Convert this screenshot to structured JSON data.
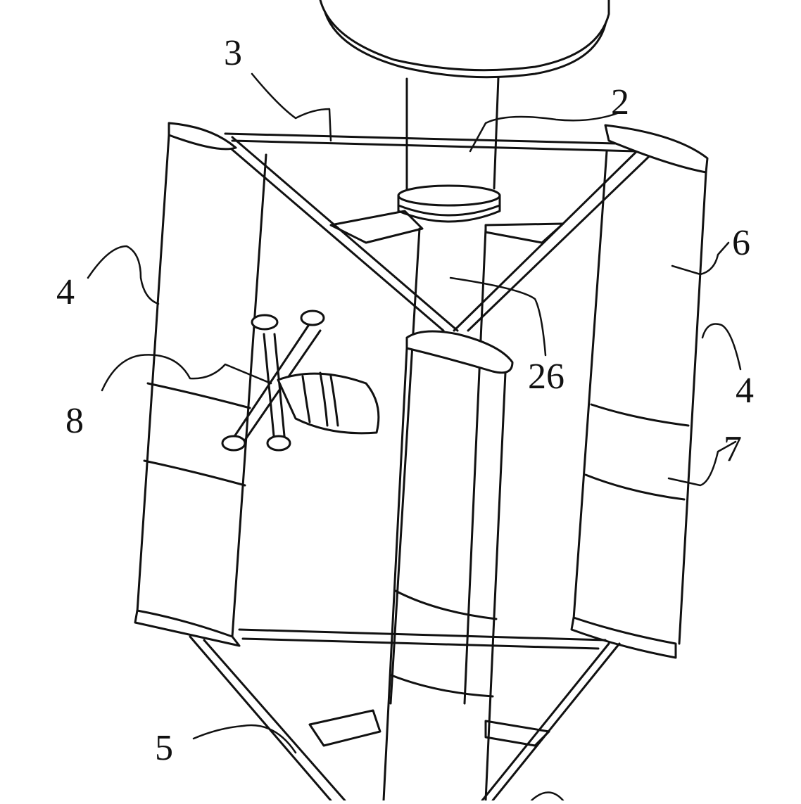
{
  "labels": {
    "l2": "2",
    "l3": "3",
    "l4_left": "4",
    "l4_right": "4",
    "l5": "5",
    "l6": "6",
    "l7": "7",
    "l8": "8",
    "l26": "26"
  },
  "colors": {
    "ink": "#111111",
    "background": "#ffffff",
    "fill": "#ffffff"
  }
}
